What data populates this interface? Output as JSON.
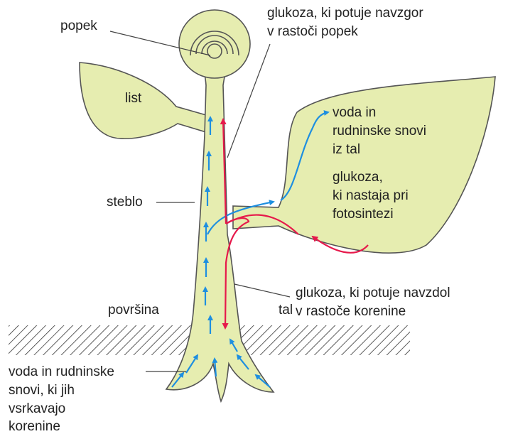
{
  "labels": {
    "bud": "popek",
    "leaf": "list",
    "stem": "steblo",
    "surface": "površina",
    "soil": "tal",
    "glucose_up_line1": "glukoza, ki potuje navzgor",
    "glucose_up_line2": "v rastoči popek",
    "water_leaf_line1": "voda in",
    "water_leaf_line2": "rudninske snovi",
    "water_leaf_line3": "iz tal",
    "glucose_made_line1": "glukoza,",
    "glucose_made_line2": "ki nastaja pri",
    "glucose_made_line3": "fotosintezi",
    "glucose_down_line1": "glukoza, ki potuje navzdol",
    "glucose_down_line2": "v rastoče korenine",
    "roots_line1": "voda in rudninske",
    "roots_line2": "snovi, ki jih",
    "roots_line3": "vsrkavajo",
    "roots_line4": "korenine"
  },
  "colors": {
    "plant_fill": "#e6edb0",
    "plant_outline": "#555555",
    "water_arrow": "#1e8fe0",
    "glucose_arrow": "#e6194b",
    "leader_line": "#444444",
    "soil_hatch": "#333333",
    "text": "#222222"
  }
}
